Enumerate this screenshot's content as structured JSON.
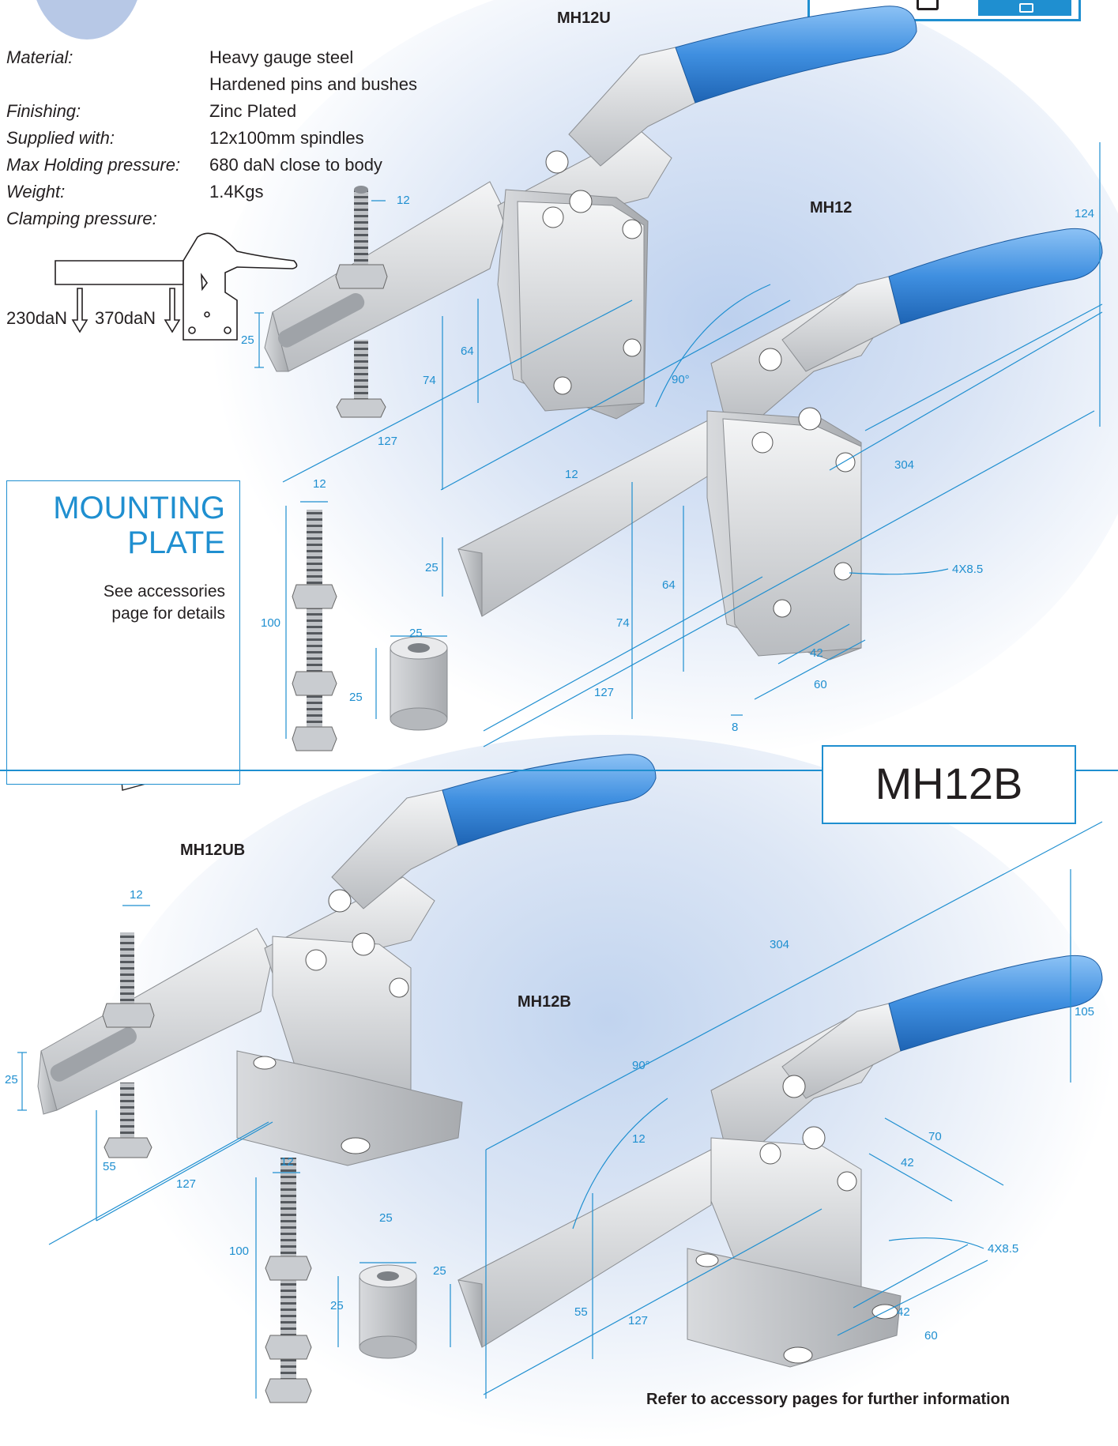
{
  "specs": [
    {
      "label": "Material:",
      "value": "Heavy gauge steel"
    },
    {
      "label": "",
      "value": "Hardened pins and bushes"
    },
    {
      "label": "Finishing:",
      "value": "Zinc Plated"
    },
    {
      "label": "Supplied with:",
      "value": "12x100mm spindles"
    },
    {
      "label": "Max Holding pressure:",
      "value": "680 daN close to body"
    },
    {
      "label": "Weight:",
      "value": "1.4Kgs"
    },
    {
      "label": "Clamping pressure:",
      "value": ""
    }
  ],
  "forces": {
    "inner": "230daN",
    "outer": "370daN"
  },
  "models": {
    "mh12u": "MH12U",
    "mh12": "MH12",
    "mh12ub": "MH12UB",
    "mh12b": "MH12B"
  },
  "mounting": {
    "title_line1": "MOUNTING",
    "title_line2": "PLATE",
    "desc_line1": "See accessories",
    "desc_line2": "page for details"
  },
  "section_title": "MH12B",
  "footer": "Refer to accessory pages for further information",
  "dims_top": {
    "spindle_dia": "12",
    "arm_h": "25",
    "h64": "64",
    "h74": "74",
    "len127": "127",
    "spindle_dia2": "12",
    "spindle_len": "100",
    "spacer_w": "25",
    "spacer_h": "25",
    "angle": "90°",
    "bar_w": "12",
    "bar_h": "25",
    "h64b": "64",
    "h74b": "74",
    "len127b": "127",
    "total_len": "304",
    "total_h": "124",
    "holes": "4X8.5",
    "w42": "42",
    "w60": "60",
    "t8": "8"
  },
  "dims_bottom": {
    "spindle_dia": "12",
    "arm_h": "25",
    "h55": "55",
    "len127": "127",
    "spindle_dia2": "12",
    "spindle_len": "100",
    "spacer_w": "25",
    "spacer_h": "25",
    "angle": "90°",
    "bar_w": "12",
    "bar_h": "25",
    "h55b": "55",
    "len127b": "127",
    "total_len": "304",
    "total_h": "105",
    "holes": "4X8.5",
    "w70": "70",
    "w42a": "42",
    "w42b": "42",
    "w60": "60"
  },
  "colors": {
    "accent": "#1f8fd0",
    "grip": "#3f8fe0",
    "steel": "#d4d6d9",
    "text": "#231f20"
  }
}
